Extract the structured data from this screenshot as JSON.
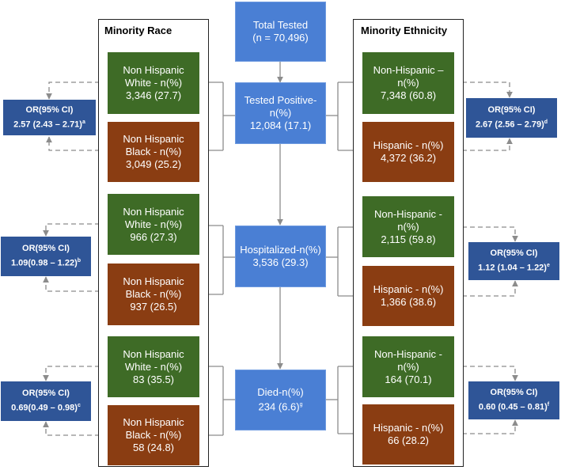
{
  "panels": {
    "left_title": "Minority Race",
    "right_title": "Minority Ethnicity"
  },
  "center": {
    "total": {
      "l1": "Total Tested",
      "l2": "(n = 70,496)"
    },
    "positive": {
      "l1": "Tested Positive-",
      "l2": "n(%)",
      "l3": "12,084 (17.1)"
    },
    "hospitalized": {
      "l1": "Hospitalized-n(%)",
      "l2": "3,536 (29.3)"
    },
    "died": {
      "l1": "Died-n(%)",
      "l2": "234 (6.6)",
      "sup": "g"
    }
  },
  "race": [
    {
      "group": "Non Hispanic",
      "group2": "White - n(%)",
      "value": "3,346 (27.7)"
    },
    {
      "group": "Non Hispanic",
      "group2": "Black - n(%)",
      "value": "3,049 (25.2)"
    },
    {
      "group": "Non Hispanic",
      "group2": "White - n(%)",
      "value": "966 (27.3)"
    },
    {
      "group": "Non Hispanic",
      "group2": "Black - n(%)",
      "value": "937 (26.5)"
    },
    {
      "group": "Non Hispanic",
      "group2": "White - n(%)",
      "value": "83 (35.5)"
    },
    {
      "group": "Non Hispanic",
      "group2": "Black - n(%)",
      "value": "58 (24.8)"
    }
  ],
  "ethnicity": [
    {
      "group": "Non-Hispanic –",
      "group2": "n(%)",
      "value": "7,348 (60.8)"
    },
    {
      "group": "Hispanic - n(%)",
      "group2": "",
      "value": "4,372 (36.2)"
    },
    {
      "group": "Non-Hispanic -",
      "group2": "n(%)",
      "value": "2,115 (59.8)"
    },
    {
      "group": "Hispanic - n(%)",
      "group2": "",
      "value": "1,366 (38.6)"
    },
    {
      "group": "Non-Hispanic -",
      "group2": "n(%)",
      "value": "164 (70.1)"
    },
    {
      "group": "Hispanic - n(%)",
      "group2": "",
      "value": "66 (28.2)"
    }
  ],
  "odds_ratios": {
    "header": "OR(95% CI)",
    "left": [
      {
        "value": "2.57 (2.43 – 2.71)",
        "sup": "a"
      },
      {
        "value": "1.09(0.98 – 1.22)",
        "sup": "b"
      },
      {
        "value": "0.69(0.49 – 0.98)",
        "sup": "c"
      }
    ],
    "right": [
      {
        "value": "2.67 (2.56 – 2.79)",
        "sup": "d"
      },
      {
        "value": "1.12 (1.04 – 1.22)",
        "sup": "e"
      },
      {
        "value": "0.60 (0.45 – 0.81)",
        "sup": "f"
      }
    ]
  },
  "colors": {
    "blue": "#4a7fd4",
    "green": "#3e6b26",
    "brown": "#8a3d12",
    "or_blue": "#2f5597",
    "connector": "#8c8c8c"
  }
}
